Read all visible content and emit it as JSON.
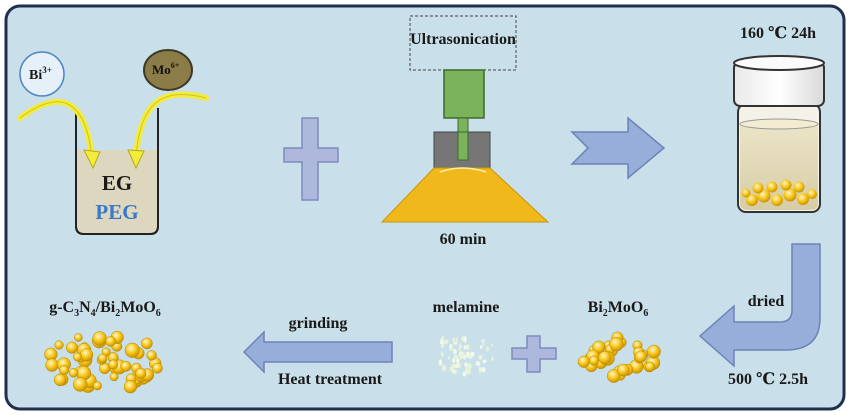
{
  "ions": {
    "bi": "Bi",
    "bi_charge": "3+",
    "mo": "Mo",
    "mo_charge": "6+"
  },
  "beaker": {
    "solvent1": "EG",
    "solvent2": "PEG"
  },
  "ultrasonication": {
    "label": "Ultrasonication",
    "time": "60 min"
  },
  "autoclave": {
    "condition": "160 ℃ 24h"
  },
  "step_dried": {
    "label": "dried",
    "condition": "500 ℃ 2.5h"
  },
  "product_bi2moo6": {
    "base1": "Bi",
    "sub1": "2",
    "base2": "MoO",
    "sub2": "6"
  },
  "melamine": {
    "label": "melamine"
  },
  "treatment": {
    "label1": "grinding",
    "label2": "Heat treatment"
  },
  "final_product": {
    "p1": "g-C",
    "s1": "3",
    "p2": "N",
    "s2": "4",
    "p3": "/Bi",
    "s3": "2",
    "p4": "MoO",
    "s4": "6"
  },
  "colors": {
    "background": "#c9dfe9",
    "frame": "#1f2f4d",
    "arrow_fill": "#97aedb",
    "yellow": "#f5c518",
    "green": "#79b35a",
    "gray": "#777777",
    "blue_text": "#3a78c8"
  }
}
